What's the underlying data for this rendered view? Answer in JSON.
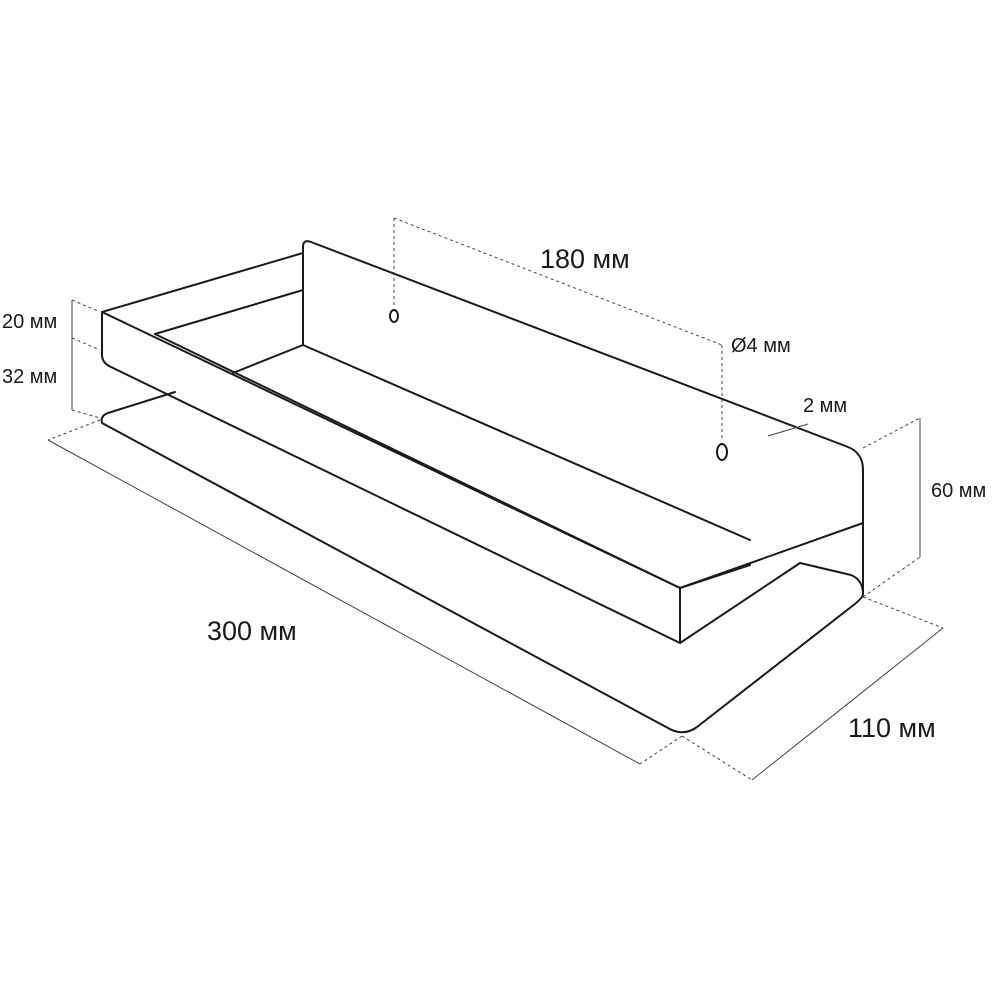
{
  "dimensions": {
    "length": "300 мм",
    "depth": "110 мм",
    "height": "60 мм",
    "hole_spacing": "180 мм",
    "hole_diameter": "Ø4 мм",
    "thickness": "2 мм",
    "rim_height": "20 мм",
    "gap_height": "32 мм"
  },
  "colors": {
    "line": "#1a1a1a",
    "background": "#ffffff"
  }
}
